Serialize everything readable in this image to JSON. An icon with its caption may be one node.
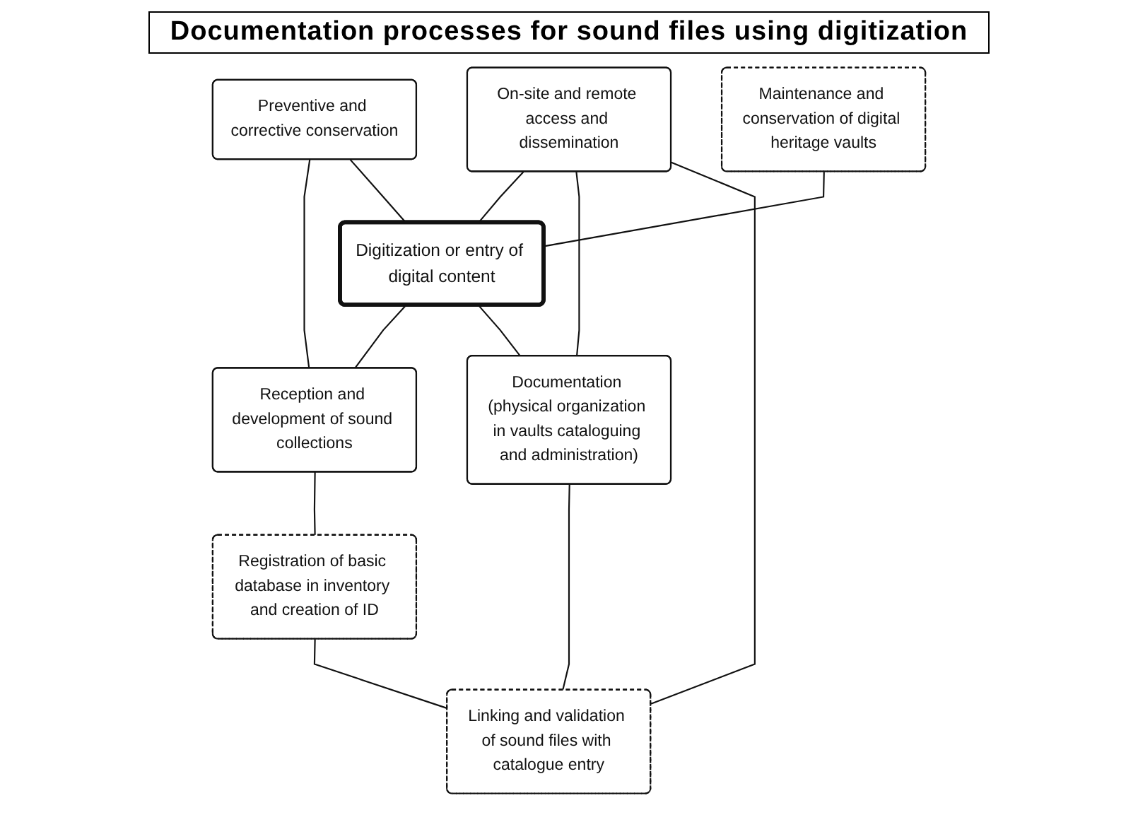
{
  "diagram": {
    "title": "Documentation processes for sound files using digitization",
    "nodes": [
      {
        "text": [
          "Preventive and corrective conservation"
        ]
      },
      {
        "text": [
          "On-site and remote access and dissemination"
        ]
      },
      {
        "text": [
          "Reception and development of sound collections"
        ]
      },
      {
        "text": [
          "Digitization or entry of digital content"
        ]
      },
      {
        "text": [
          "Documentation (physical organization in vaults cataloguing and administration)"
        ]
      },
      {
        "text": [
          "Registration of basic database in inventory and creation of ID"
        ]
      },
      {
        "text": [
          "Linking and validation of sound files with catalogue entry"
        ]
      },
      {
        "text": [
          "Maintenance and conservation of digital heritage vaults"
        ]
      }
    ],
    "edges": [
      {
        "from": 0,
        "to": 2,
        "arrow": "none"
      },
      {
        "from": 0,
        "to": 3,
        "arrow": "none"
      },
      {
        "from": 1,
        "to": 3,
        "arrow": "none"
      },
      {
        "from": 1,
        "to": 4,
        "arrow": "none"
      },
      {
        "from": 3,
        "to": 2,
        "arrow": "none"
      },
      {
        "from": 2,
        "to": 5,
        "arrow": "none"
      },
      {
        "from": 3,
        "to": 4,
        "arrow": "none"
      },
      {
        "from": 1,
        "to": 6,
        "arrow": "none"
      },
      {
        "from": 7,
        "to": 3,
        "arrow": "none"
      },
      {
        "from": 5,
        "to": 6,
        "arrow": "none"
      },
      {
        "from": 4,
        "to": 6,
        "arrow": "none"
      }
    ]
  }
}
